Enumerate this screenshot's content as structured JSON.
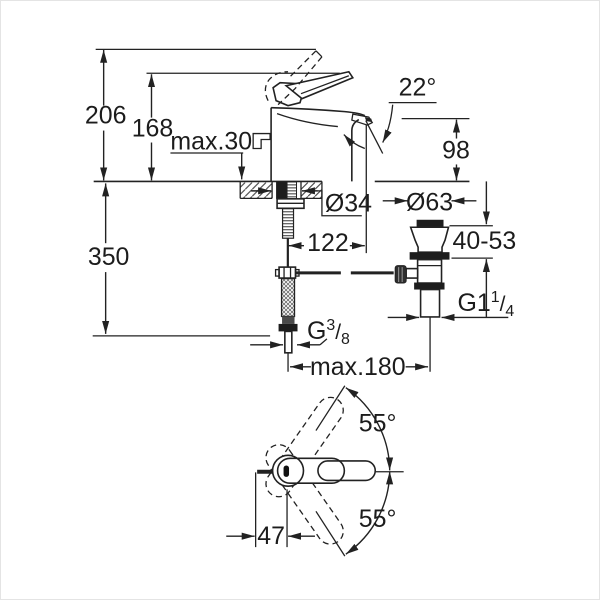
{
  "image": {
    "type": "technical-dimension-drawing",
    "subject": "single-lever basin mixer with pop-up waste, side view and plan view",
    "background_color": "#ffffff",
    "line_color": "#222222"
  },
  "dimensions": {
    "total_height": "206",
    "height_to_lever": "168",
    "max_mounting_thickness": "max.30",
    "spout_angle": "22°",
    "spout_outlet_height": "98",
    "mounting_hole_diameter": "Ø34",
    "spout_projection": "122",
    "waste_flange_diameter": "Ø63",
    "clamping_range": "40-53",
    "supply_hose_length": "350",
    "waste_thread": {
      "base": "G1",
      "numerator": "1",
      "slash": "/",
      "denominator": "4"
    },
    "supply_thread": {
      "base": "G",
      "numerator": "3",
      "slash": "/",
      "denominator": "8"
    },
    "max_waste_rod_reach": "max.180",
    "lever_swivel_up": "55°",
    "lever_swivel_down": "55°",
    "lever_rear_offset": "47"
  }
}
